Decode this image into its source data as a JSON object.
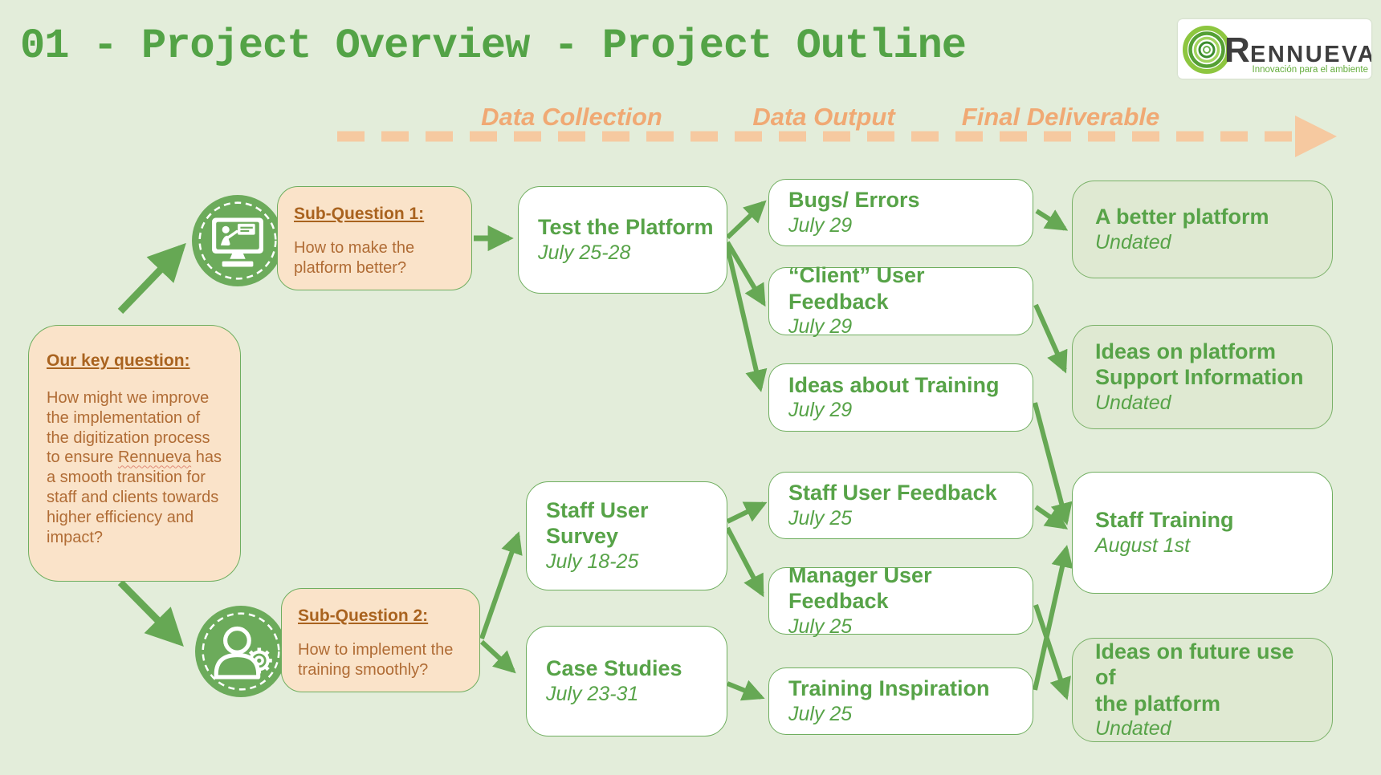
{
  "title": "01 - Project Overview - Project Outline",
  "logo": {
    "brand_initial": "R",
    "brand_rest": "ENNUEVA",
    "tagline": "Innovación para el ambiente"
  },
  "timeline": {
    "labels": [
      "Data Collection",
      "Data Output",
      "Final Deliverable"
    ]
  },
  "key_question": {
    "heading": "Our key question:",
    "body_pre": "How might we improve the implementation of the digitization process to ensure ",
    "brand_word": "Rennueva",
    "body_post": " has a smooth transition for staff and clients towards higher efficiency and impact?"
  },
  "sub_questions": [
    {
      "heading": "Sub-Question 1:",
      "body": "How to make the platform better?"
    },
    {
      "heading": "Sub-Question 2:",
      "body": "How to implement the training smoothly?"
    }
  ],
  "nodes": {
    "test_platform": {
      "title": "Test the Platform",
      "date": "July 25-28"
    },
    "staff_survey": {
      "title": "Staff User Survey",
      "date": "July 18-25"
    },
    "case_studies": {
      "title": "Case Studies",
      "date": "July 23-31"
    },
    "bugs": {
      "title": "Bugs/ Errors",
      "date": "July 29"
    },
    "client_feedback": {
      "title": "“Client” User Feedback",
      "date": "July 29"
    },
    "ideas_training": {
      "title": "Ideas about Training",
      "date": "July 29"
    },
    "staff_feedback": {
      "title": "Staff User Feedback",
      "date": "July 25"
    },
    "manager_feedback": {
      "title": "Manager User Feedback",
      "date": "July 25"
    },
    "training_inspiration": {
      "title": "Training Inspiration",
      "date": "July 25"
    },
    "better_platform": {
      "title": "A better platform",
      "date": "Undated"
    },
    "support_info": {
      "title": "Ideas on platform\nSupport Information",
      "date": "Undated"
    },
    "staff_training": {
      "title": "Staff Training",
      "date": "August 1st"
    },
    "future_use": {
      "title": "Ideas on future use of\nthe platform",
      "date": "Undated"
    }
  },
  "colors": {
    "bg": "#e3edda",
    "title-green": "#53a346",
    "node-green": "#57a348",
    "border-green": "#6fae5f",
    "tint-fill": "#dfe9d2",
    "icon-green": "#6cab5b",
    "arrow-green": "#66a854",
    "peach": "#fae3c9",
    "brown": "#b06c35",
    "orange-label": "#f0a974",
    "orange-dash": "#f6c9a0"
  }
}
